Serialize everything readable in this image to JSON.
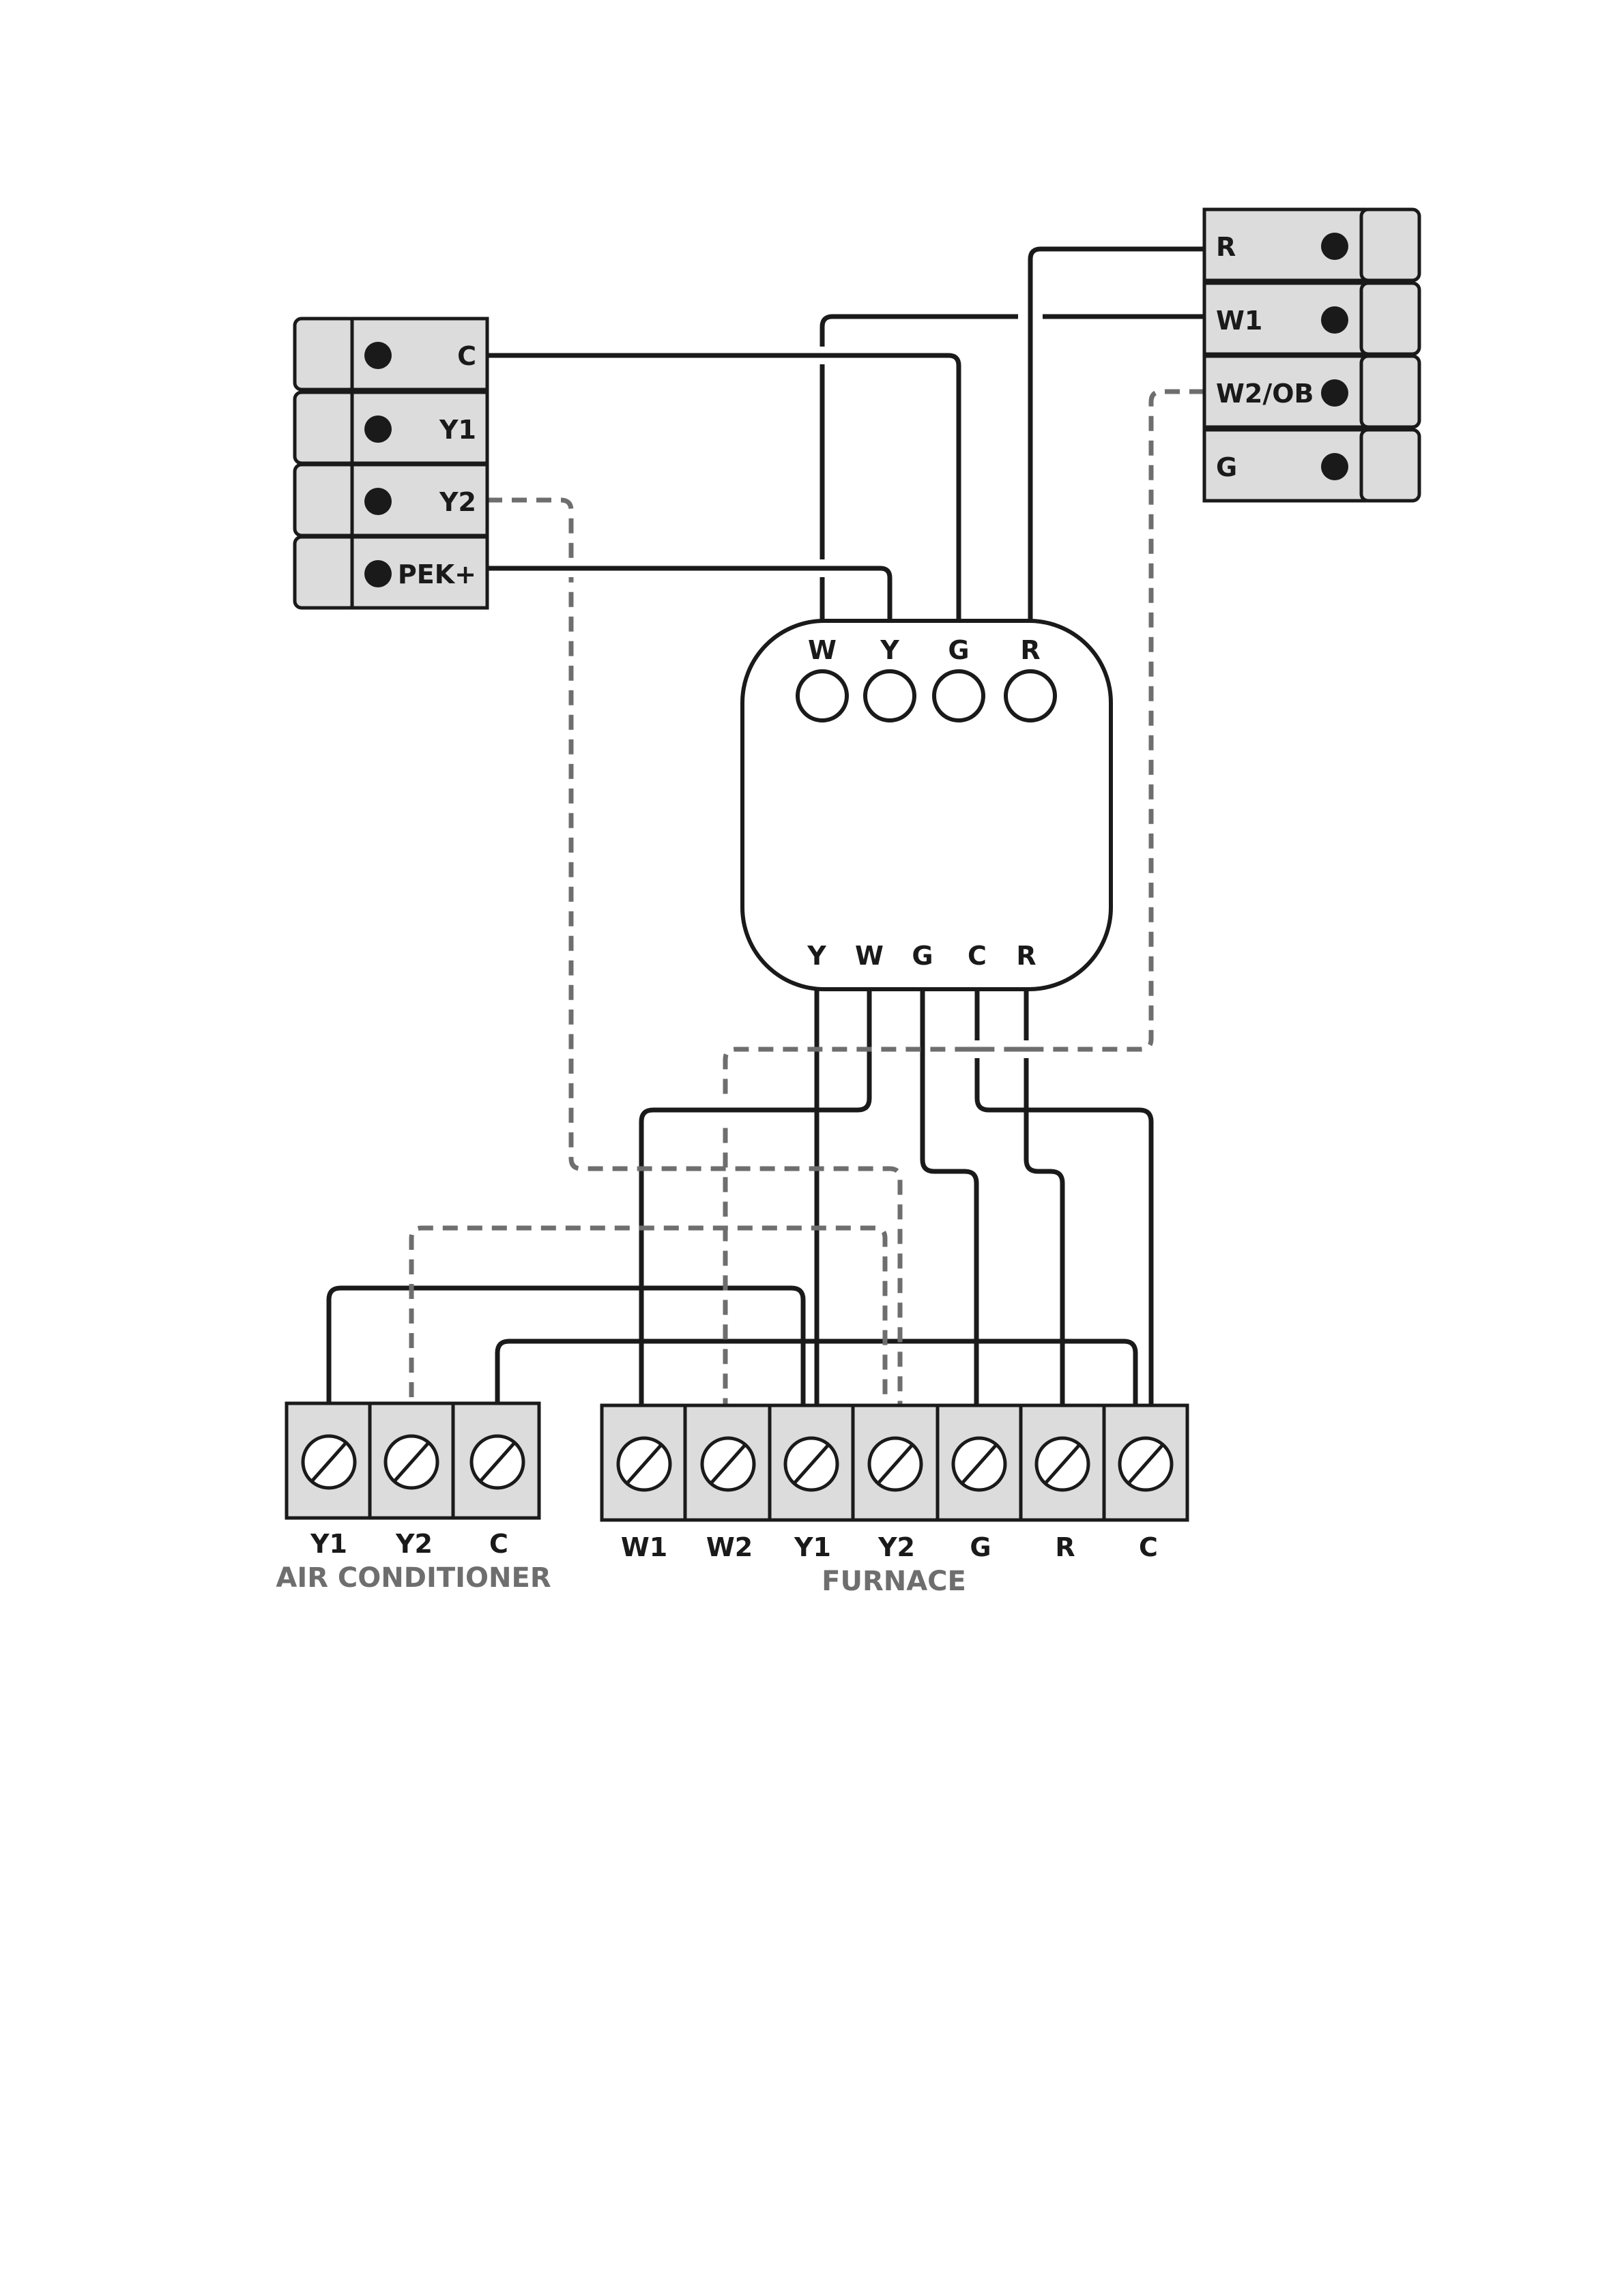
{
  "thermostat_block": {
    "terminals": [
      "C",
      "Y1",
      "Y2",
      "PEK+"
    ]
  },
  "heatpump_block": {
    "terminals": [
      "R",
      "W1",
      "W2/OB",
      "G"
    ]
  },
  "module": {
    "top_terminals": [
      "W",
      "Y",
      "G",
      "R"
    ],
    "bottom_terminals": [
      "Y",
      "W",
      "G",
      "C",
      "R"
    ]
  },
  "air_conditioner": {
    "title": "AIR CONDITIONER",
    "terminals": [
      "Y1",
      "Y2",
      "C"
    ]
  },
  "furnace": {
    "title": "FURNACE",
    "terminals": [
      "W1",
      "W2",
      "Y1",
      "Y2",
      "G",
      "R",
      "C"
    ]
  },
  "colors": {
    "wire": "#1a1a1a",
    "dashed_wire": "#6e6e6e",
    "terminal_fill": "#dcdcdc"
  }
}
